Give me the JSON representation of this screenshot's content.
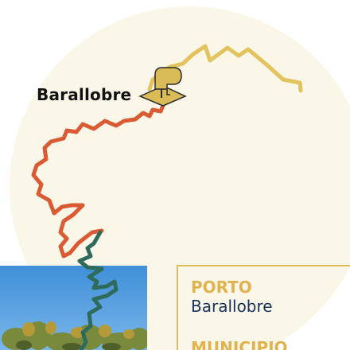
{
  "map": {
    "place_label": "Barallobre",
    "marker_icon": "stamp-marker-icon",
    "colors": {
      "background": "#fbf7e8",
      "route_yellow": "#e2c35e",
      "route_red": "#d95a33",
      "route_green": "#2f6b5b",
      "marker": "#d9bb58",
      "box_border": "#e0be5a"
    }
  },
  "info": {
    "heading": "PORTO",
    "value": "Barallobre",
    "heading2": "MUNICIPIO"
  }
}
